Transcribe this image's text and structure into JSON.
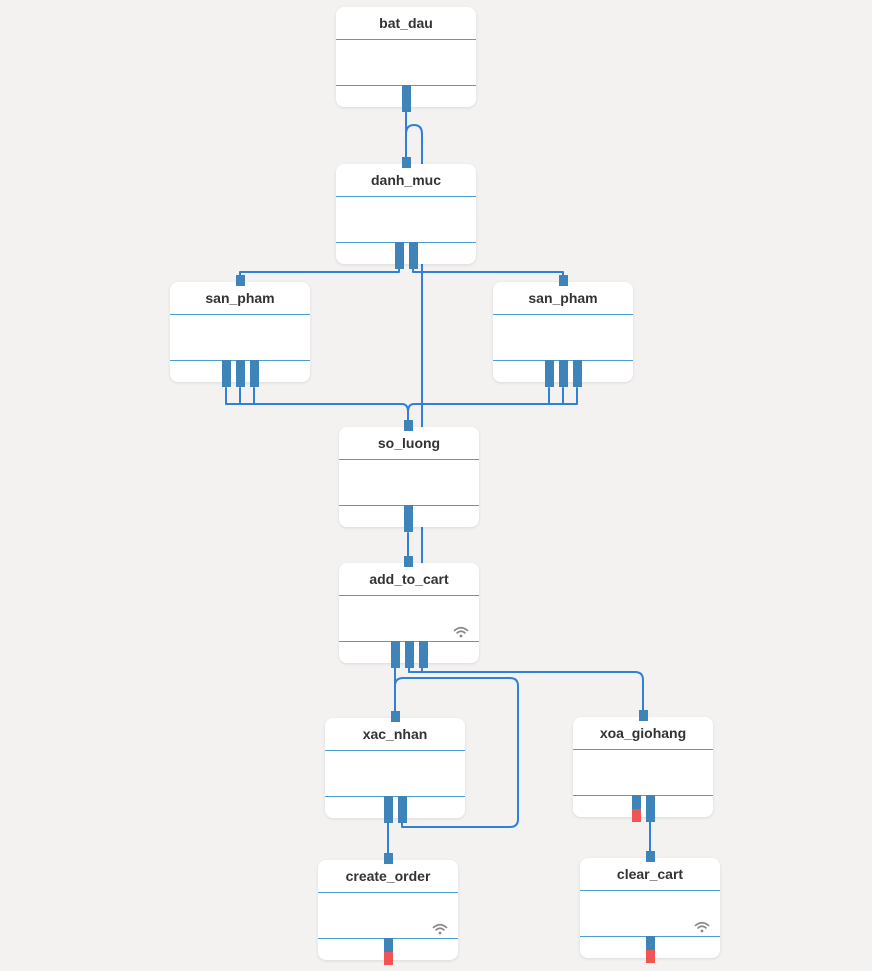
{
  "diagram": {
    "nodes": [
      {
        "id": "bat_dau_node",
        "label": "bat_dau",
        "has_wifi_icon": false
      },
      {
        "id": "danh_muc_node",
        "label": "danh_muc",
        "has_wifi_icon": false
      },
      {
        "id": "san_pham_left_node",
        "label": "san_pham",
        "has_wifi_icon": false
      },
      {
        "id": "san_pham_right_node",
        "label": "san_pham",
        "has_wifi_icon": false
      },
      {
        "id": "so_luong_node",
        "label": "so_luong",
        "has_wifi_icon": false
      },
      {
        "id": "add_to_cart_node",
        "label": "add_to_cart",
        "has_wifi_icon": true
      },
      {
        "id": "xac_nhan_node",
        "label": "xac_nhan",
        "has_wifi_icon": false
      },
      {
        "id": "xoa_giohang_node",
        "label": "xoa_giohang",
        "has_wifi_icon": false
      },
      {
        "id": "create_order_node",
        "label": "create_order",
        "has_wifi_icon": true
      },
      {
        "id": "clear_cart_node",
        "label": "clear_cart",
        "has_wifi_icon": true
      }
    ],
    "colors": {
      "background": "#f3f2f1",
      "node_fill": "#ffffff",
      "divider": "#4a9fd0",
      "port": "#3f84b8",
      "edge": "#2f80d8",
      "error_port": "#f05454",
      "icon": "#888888"
    },
    "icons": {
      "wifi": "wifi-icon"
    }
  }
}
